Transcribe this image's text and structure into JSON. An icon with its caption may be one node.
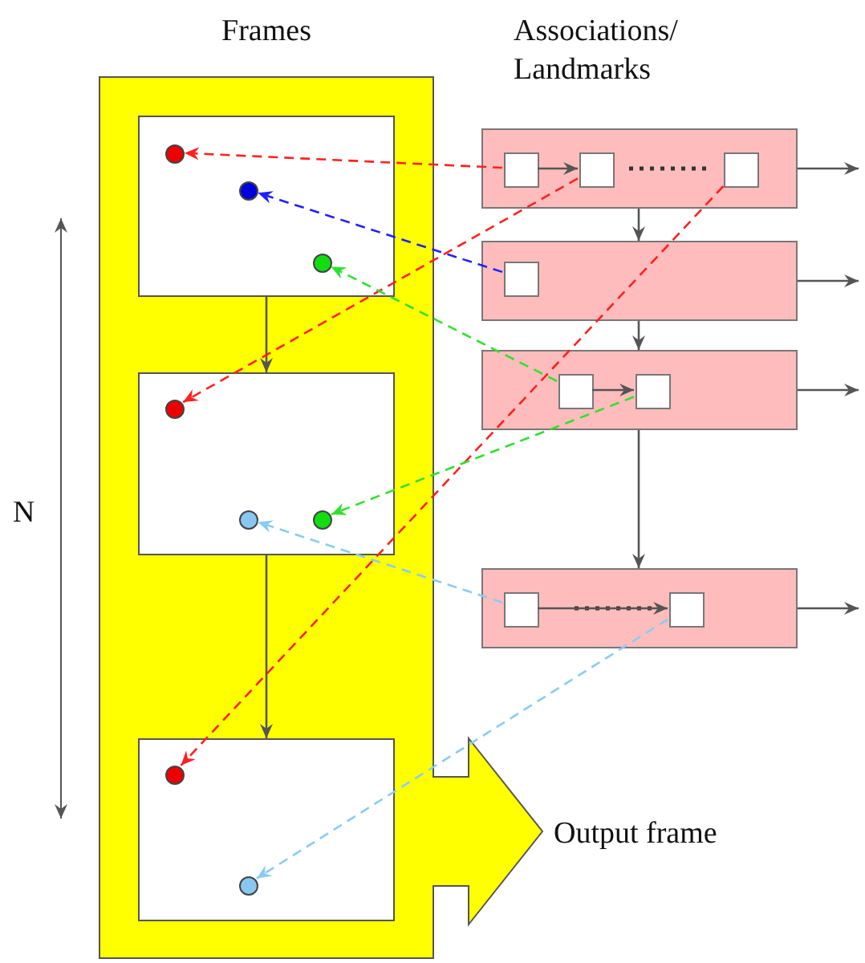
{
  "diagram": {
    "nodes": [
      {
        "text": [
          "Frames"
        ],
        "beside": [
          "Output frame"
        ]
      },
      {
        "text": [],
        "shape": "box",
        "in": 0
      },
      {
        "text": [],
        "shape": "box",
        "in": 0
      },
      {
        "text": [],
        "shape": "box",
        "in": 0
      },
      {
        "text": [],
        "shape": "circle",
        "in": 1
      },
      {
        "text": [],
        "shape": "circle",
        "in": 1
      },
      {
        "text": [],
        "shape": "circle",
        "in": 1
      },
      {
        "text": [],
        "shape": "circle",
        "in": 2
      },
      {
        "text": [],
        "shape": "circle",
        "in": 2
      },
      {
        "text": [],
        "shape": "circle",
        "in": 2
      },
      {
        "text": [],
        "shape": "circle",
        "in": 3
      },
      {
        "text": [],
        "shape": "circle",
        "in": 3
      },
      {
        "text": [],
        "shape": "box"
      },
      {
        "text": [],
        "shape": "box"
      },
      {
        "text": [],
        "shape": "box"
      },
      {
        "text": [],
        "shape": "box"
      },
      {
        "text": [],
        "shape": "box",
        "in": 12
      },
      {
        "text": [],
        "shape": "box",
        "in": 12
      },
      {
        "text": [],
        "shape": "box",
        "in": 12
      },
      {
        "text": [],
        "shape": "box",
        "in": 13
      },
      {
        "text": [],
        "shape": "box",
        "in": 14
      },
      {
        "text": [],
        "shape": "box",
        "in": 14
      },
      {
        "text": [],
        "shape": "box",
        "in": 15
      },
      {
        "text": [],
        "shape": "box",
        "in": 15
      }
    ],
    "edges": [
      {
        "from": 1,
        "to": 2,
        "arrow": "to"
      },
      {
        "from": 2,
        "to": 3,
        "arrow": "to"
      },
      {
        "from": 12,
        "to": 13,
        "arrow": "to"
      },
      {
        "from": 13,
        "to": 14,
        "arrow": "to"
      },
      {
        "from": 14,
        "to": 15,
        "arrow": "to"
      },
      {
        "from": 12,
        "to": null,
        "arrow": "to"
      },
      {
        "from": 13,
        "to": null,
        "arrow": "to"
      },
      {
        "from": 14,
        "to": null,
        "arrow": "to"
      },
      {
        "from": 15,
        "to": null,
        "arrow": "to"
      },
      {
        "from": 16,
        "to": 17,
        "arrow": "to"
      },
      {
        "from": 20,
        "to": 21,
        "arrow": "to"
      },
      {
        "from": 22,
        "to": 23,
        "arrow": "to"
      },
      {
        "from": 16,
        "to": 4,
        "arrow": "to",
        "style": "dashed",
        "color": "#ff2020"
      },
      {
        "from": 17,
        "to": 7,
        "arrow": "to",
        "style": "dashed",
        "color": "#ff2020"
      },
      {
        "from": 18,
        "to": 10,
        "arrow": "to",
        "style": "dashed",
        "color": "#ff2020"
      },
      {
        "from": 19,
        "to": 5,
        "arrow": "to",
        "style": "dashed",
        "color": "#2020ff"
      },
      {
        "from": 20,
        "to": 6,
        "arrow": "to",
        "style": "dashed",
        "color": "#30e030"
      },
      {
        "from": 21,
        "to": 9,
        "arrow": "to",
        "style": "dashed",
        "color": "#30e030"
      },
      {
        "from": 22,
        "to": 8,
        "arrow": "to",
        "style": "dashed",
        "color": "#88ccf5"
      },
      {
        "from": 23,
        "to": 11,
        "arrow": "to",
        "style": "dashed",
        "color": "#88ccf5"
      }
    ],
    "labels": [
      "Associations/ Landmarks",
      "N"
    ]
  }
}
